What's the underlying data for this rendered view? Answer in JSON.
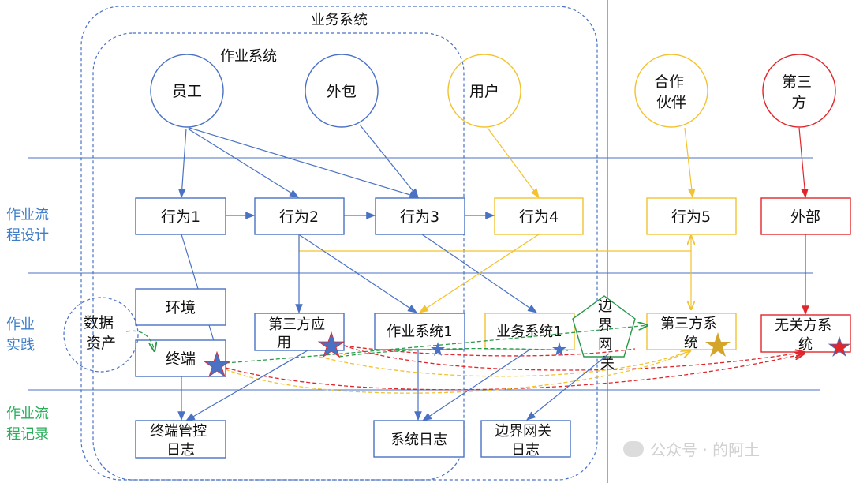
{
  "colors": {
    "blue": "#4A72C4",
    "orange": "#F2C230",
    "red": "#E0262B",
    "green": "#2A9A4B",
    "lane_title_blue": "#3F7DC9",
    "lane_title_green": "#2AAE5A",
    "star_blue": "#4A72C4",
    "star_gold": "#D4A52A",
    "star_red": "#E0262B"
  },
  "regions": {
    "business_system": "业务系统",
    "operation_system": "作业系统"
  },
  "lanes": {
    "design": [
      "作业流",
      "程设计"
    ],
    "practice": [
      "作业",
      "实践"
    ],
    "record": [
      "作业流",
      "程记录"
    ]
  },
  "actors": {
    "employee": "员工",
    "outsource": "外包",
    "user": "用户",
    "partner": [
      "合作",
      "伙伴"
    ],
    "third_party": [
      "第三",
      "方"
    ]
  },
  "behaviors": {
    "b1": "行为1",
    "b2": "行为2",
    "b3": "行为3",
    "b4": "行为4",
    "b5": "行为5",
    "external": "外部"
  },
  "practice": {
    "environment": "环境",
    "terminal": "终端",
    "data_assets": [
      "数据",
      "资产"
    ],
    "third_app": [
      "第三方应",
      "用"
    ],
    "op_system1": "作业系统1",
    "biz_system1": "业务系统1",
    "border_gateway": [
      "边",
      "界",
      "网",
      "关"
    ],
    "third_system": [
      "第三方系",
      "统"
    ],
    "unrelated_system": [
      "无关方系",
      "统"
    ]
  },
  "records": {
    "terminal_log": [
      "终端管控",
      "日志"
    ],
    "system_log": "系统日志",
    "gateway_log": [
      "边界网关",
      "日志"
    ]
  },
  "watermark": "公众号 · 的阿土",
  "watermark_icon": "wechat-icon"
}
